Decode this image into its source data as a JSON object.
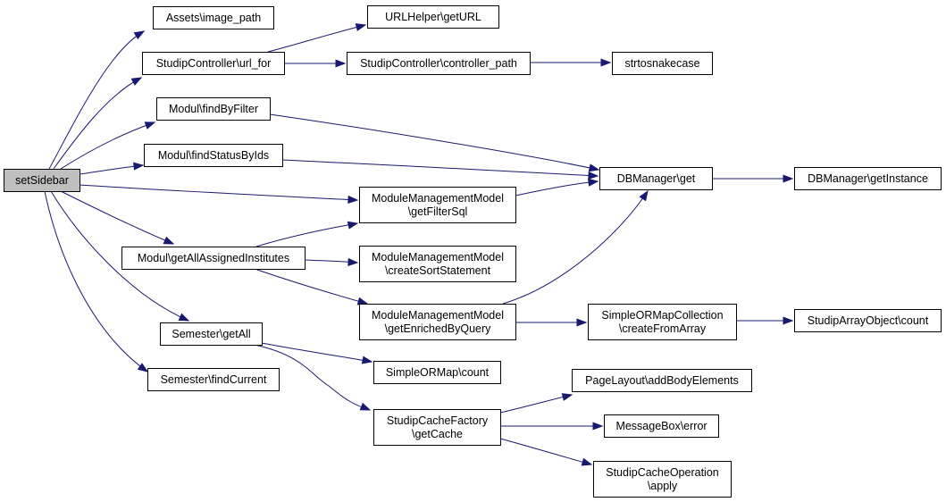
{
  "graph": {
    "nodes": [
      {
        "id": "setSidebar",
        "lines": [
          "setSidebar"
        ],
        "root": true
      },
      {
        "id": "assets_image_path",
        "lines": [
          "Assets\\image_path"
        ]
      },
      {
        "id": "url_for",
        "lines": [
          "StudipController\\url_for"
        ]
      },
      {
        "id": "findByFilter",
        "lines": [
          "Modul\\findByFilter"
        ]
      },
      {
        "id": "findStatusByIds",
        "lines": [
          "Modul\\findStatusByIds"
        ]
      },
      {
        "id": "getAllAssignedInstitutes",
        "lines": [
          "Modul\\getAllAssignedInstitutes"
        ]
      },
      {
        "id": "semester_getAll",
        "lines": [
          "Semester\\getAll"
        ]
      },
      {
        "id": "findCurrent",
        "lines": [
          "Semester\\findCurrent"
        ]
      },
      {
        "id": "getURL",
        "lines": [
          "URLHelper\\getURL"
        ]
      },
      {
        "id": "controller_path",
        "lines": [
          "StudipController\\controller_path"
        ]
      },
      {
        "id": "getFilterSql",
        "lines": [
          "ModuleManagementModel",
          "\\getFilterSql"
        ]
      },
      {
        "id": "createSortStatement",
        "lines": [
          "ModuleManagementModel",
          "\\createSortStatement"
        ]
      },
      {
        "id": "getEnrichedByQuery",
        "lines": [
          "ModuleManagementModel",
          "\\getEnrichedByQuery"
        ]
      },
      {
        "id": "simpleormap_count",
        "lines": [
          "SimpleORMap\\count"
        ]
      },
      {
        "id": "getCache",
        "lines": [
          "StudipCacheFactory",
          "\\getCache"
        ]
      },
      {
        "id": "strtosnakecase",
        "lines": [
          "strtosnakecase"
        ]
      },
      {
        "id": "dbmanager_get",
        "lines": [
          "DBManager\\get"
        ]
      },
      {
        "id": "createFromArray",
        "lines": [
          "SimpleORMapCollection",
          "\\createFromArray"
        ]
      },
      {
        "id": "addBodyElements",
        "lines": [
          "PageLayout\\addBodyElements"
        ]
      },
      {
        "id": "messagebox_error",
        "lines": [
          "MessageBox\\error"
        ]
      },
      {
        "id": "cache_apply",
        "lines": [
          "StudipCacheOperation",
          "\\apply"
        ]
      },
      {
        "id": "getInstance",
        "lines": [
          "DBManager\\getInstance"
        ]
      },
      {
        "id": "arrayobject_count",
        "lines": [
          "StudipArrayObject\\count"
        ]
      }
    ],
    "edges": [
      [
        "setSidebar",
        "assets_image_path"
      ],
      [
        "setSidebar",
        "url_for"
      ],
      [
        "setSidebar",
        "findByFilter"
      ],
      [
        "setSidebar",
        "findStatusByIds"
      ],
      [
        "setSidebar",
        "getFilterSql"
      ],
      [
        "setSidebar",
        "getAllAssignedInstitutes"
      ],
      [
        "setSidebar",
        "semester_getAll"
      ],
      [
        "setSidebar",
        "findCurrent"
      ],
      [
        "url_for",
        "getURL"
      ],
      [
        "url_for",
        "controller_path"
      ],
      [
        "controller_path",
        "strtosnakecase"
      ],
      [
        "findByFilter",
        "dbmanager_get"
      ],
      [
        "findStatusByIds",
        "dbmanager_get"
      ],
      [
        "getAllAssignedInstitutes",
        "getFilterSql"
      ],
      [
        "getAllAssignedInstitutes",
        "createSortStatement"
      ],
      [
        "getAllAssignedInstitutes",
        "getEnrichedByQuery"
      ],
      [
        "getFilterSql",
        "dbmanager_get"
      ],
      [
        "getEnrichedByQuery",
        "dbmanager_get"
      ],
      [
        "getEnrichedByQuery",
        "createFromArray"
      ],
      [
        "createFromArray",
        "arrayobject_count"
      ],
      [
        "dbmanager_get",
        "getInstance"
      ],
      [
        "semester_getAll",
        "simpleormap_count"
      ],
      [
        "semester_getAll",
        "getCache"
      ],
      [
        "getCache",
        "addBodyElements"
      ],
      [
        "getCache",
        "messagebox_error"
      ],
      [
        "getCache",
        "cache_apply"
      ]
    ],
    "colors": {
      "edge": "#191970",
      "node_border": "#000000",
      "node_fill": "#ffffff",
      "root_fill": "#bfbfbf"
    }
  }
}
